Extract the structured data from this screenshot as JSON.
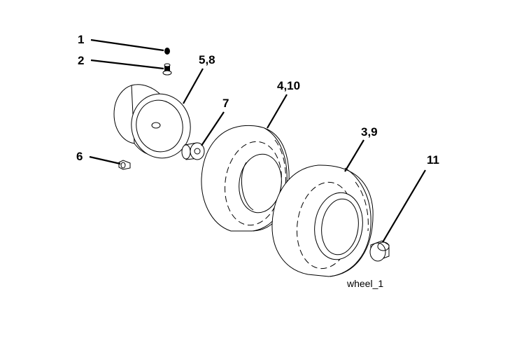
{
  "callouts": {
    "c1": "1",
    "c2": "2",
    "c3": "3,9",
    "c4": "4,10",
    "c5": "5,8",
    "c6": "6",
    "c7": "7",
    "c11": "11"
  },
  "caption": "wheel_1",
  "colors": {
    "ink": "#000000",
    "background": "#ffffff"
  }
}
